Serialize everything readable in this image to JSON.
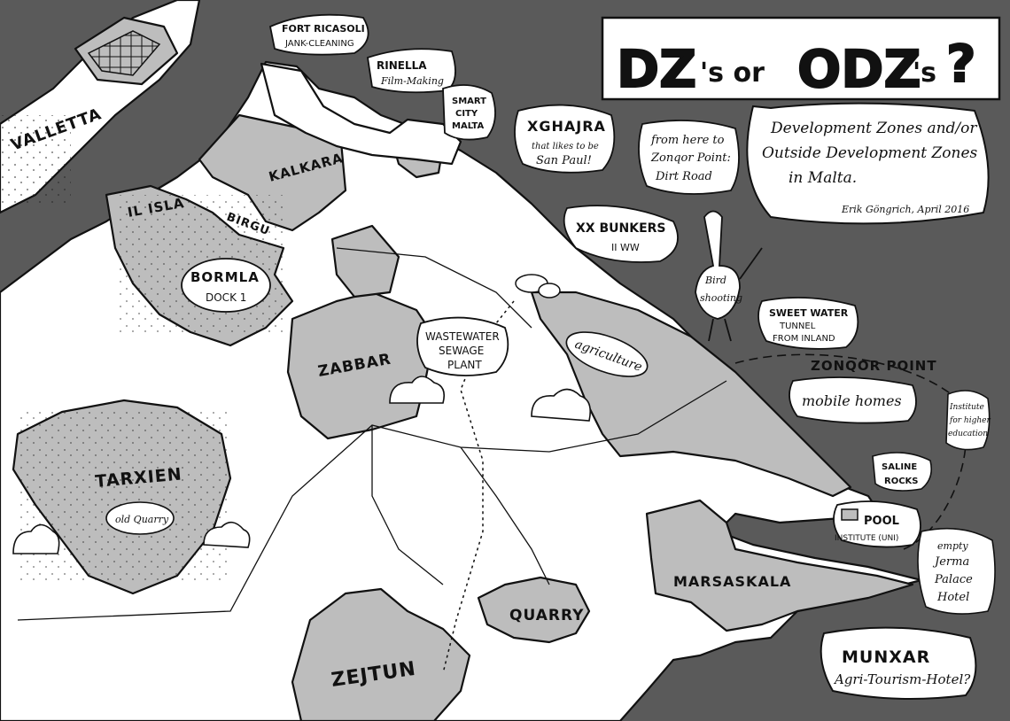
{
  "title": {
    "part1": "DZ",
    "part2": "'s or ",
    "part3": "ODZ",
    "part4": "'s",
    "question": "?"
  },
  "subtitle": {
    "line1": "Development Zones and/or",
    "line2": "Outside Development Zones",
    "line3": "in Malta."
  },
  "signature": "Erik Göngrich, April 2016",
  "places": {
    "valletta": "VALLETTA",
    "kalkara": "KALKARA",
    "il_isla": "IL ISLA",
    "birgu": "BIRGU",
    "bormla": "BORMLA",
    "dock1": "DOCK 1",
    "zabbar": "ZABBAR",
    "tarxien": "TARXIEN",
    "zejtun": "ZEJTUN",
    "marsaskala": "MARSASKALA",
    "xghajra": "XGHAJRA",
    "zonqor_point": "ZONQOR POINT",
    "quarry": "QUARRY",
    "old_quarry": "old Quarry",
    "agriculture": "agriculture"
  },
  "labels": {
    "fort_ricasoli_1": "FORT RICASOLI",
    "fort_ricasoli_2": "JANK-CLEANING",
    "rinella_1": "RINELLA",
    "rinella_2": "Film-Making",
    "smart_city_1": "SMART",
    "smart_city_2": "CITY",
    "smart_city_3": "MALTA",
    "xghajra_note_1": "that likes to be",
    "xghajra_note_2": "San Paul!",
    "dirt_road_1": "from here to",
    "dirt_road_2": "Zonqor Point:",
    "dirt_road_3": "Dirt Road",
    "bunkers_1": "XX BUNKERS",
    "bunkers_2": "II WW",
    "bird_1": "Bird",
    "bird_2": "shooting",
    "sewage_1": "WASTEWATER",
    "sewage_2": "SEWAGE",
    "sewage_3": "PLANT",
    "sweetwater_1": "SWEET WATER",
    "sweetwater_2": "TUNNEL",
    "sweetwater_3": "FROM INLAND",
    "mobile_homes": "mobile homes",
    "institute_higher_1": "Institute",
    "institute_higher_2": "for higher",
    "institute_higher_3": "education",
    "saline_1": "SALINE",
    "saline_2": "ROCKS",
    "pool": "POOL",
    "institute_uni": "INSTITUTE (UNI)",
    "jerma_1": "empty",
    "jerma_2": "Jerma",
    "jerma_3": "Palace",
    "jerma_4": "Hotel",
    "munxar_1": "MUNXAR",
    "munxar_2": "Agri-Tourism-Hotel?"
  },
  "colors": {
    "sea": "#5a5a5a",
    "odz_land": "#ffffff",
    "dz_land": "#bdbdbd",
    "ink": "#111111"
  }
}
